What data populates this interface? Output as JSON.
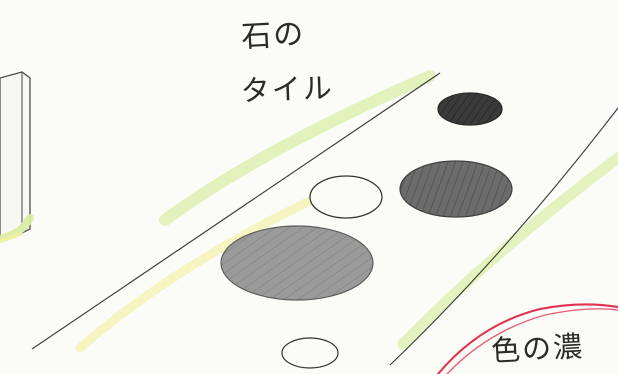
{
  "labels": {
    "stone_line1": "石の",
    "stone_line2": "タイル",
    "color_density": "色の濃"
  },
  "colors": {
    "paper": "#fbfbf8",
    "pencil": "#444444",
    "green_highlight": "#d8eda2",
    "yellow_highlight": "#f2f0a2",
    "red_pencil": "#e0314f",
    "dark_gray": "#3a3a3a",
    "mid_gray": "#6c6c6c",
    "light_gray": "#9a9a9a"
  },
  "ellipse_shades": [
    "dark_gray",
    "mid_gray",
    "light_gray",
    "white",
    "white"
  ]
}
